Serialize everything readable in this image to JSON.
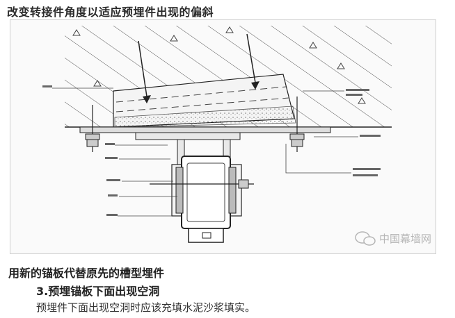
{
  "heading": "改变转接件角度以适应预埋件出现的偏斜",
  "figure": {
    "watermark": "中国幕墙网",
    "watermark_icon": "wechat-icon"
  },
  "caption": "用新的锚板代替原先的槽型埋件",
  "section_title": "3.预埋锚板下面出现空洞",
  "body_text": "预埋件下面出现空洞时应该充填水泥沙浆填实。"
}
